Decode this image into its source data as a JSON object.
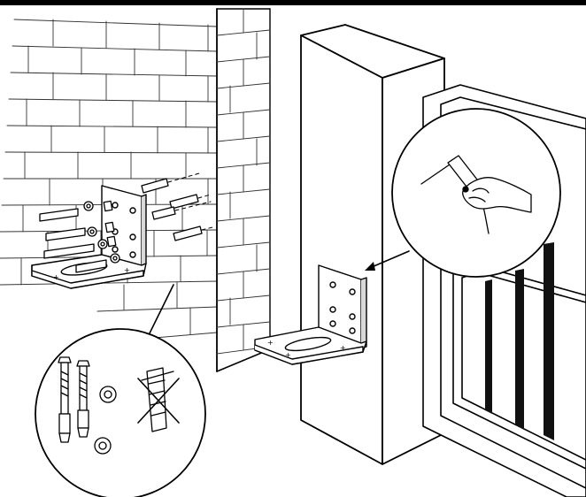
{
  "illustration": {
    "stroke_color": "#000000",
    "fill_color": "#ffffff",
    "shade_color": "#d9d9d9",
    "wall_brick_rows": 13,
    "expansion_bolts_shown": 4,
    "callouts": [
      {
        "subject": "anchor-bolt-parts",
        "shows": [
          "expansion-bolt",
          "expansion-bolt",
          "washer",
          "washer"
        ],
        "crossed_out": "plastic-wall-plug"
      },
      {
        "subject": "welding",
        "shows": [
          "welding-torch",
          "hand"
        ]
      }
    ]
  }
}
